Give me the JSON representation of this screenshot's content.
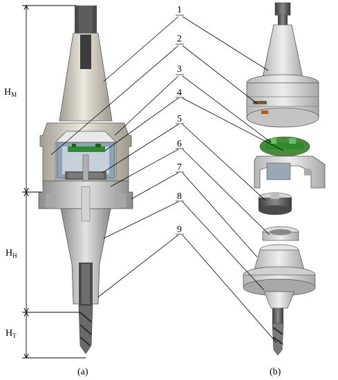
{
  "part_labels": [
    "1",
    "2",
    "3",
    "4",
    "5",
    "6",
    "7",
    "8",
    "9"
  ],
  "dimensions": {
    "hm": {
      "main": "H",
      "sub": "M"
    },
    "hh": {
      "main": "H",
      "sub": "H"
    },
    "ht": {
      "main": "H",
      "sub": "T"
    }
  },
  "captions": {
    "a": "(a)",
    "b": "(b)"
  },
  "colors": {
    "taper": "#d8d3c6",
    "housing": "#cfcfcf",
    "dark": "#6a6a6a",
    "pcb": "#2e8b2e",
    "lead": "#000000"
  }
}
